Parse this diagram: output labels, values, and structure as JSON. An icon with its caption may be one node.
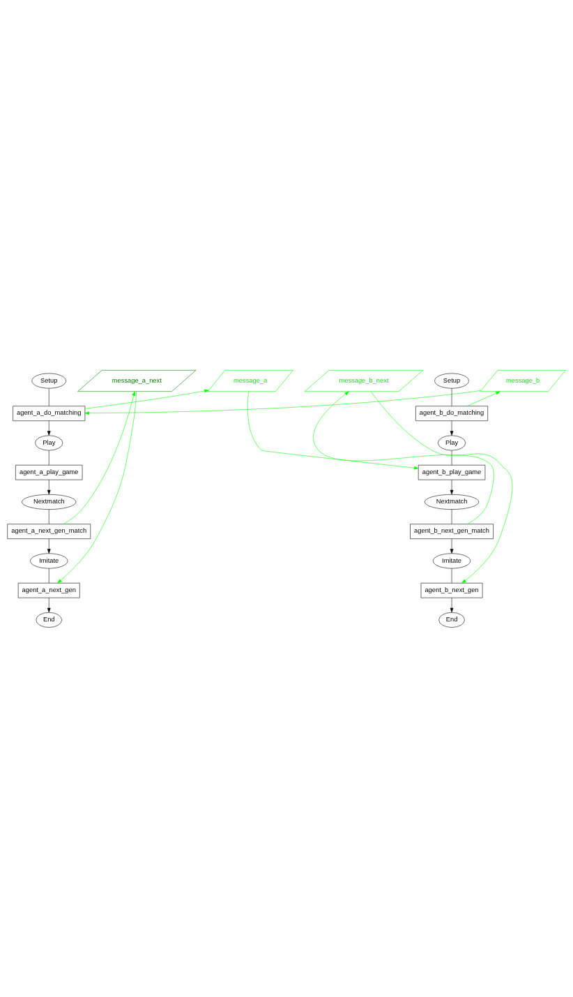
{
  "diagram": {
    "nodes": [
      {
        "text": [
          "Setup"
        ]
      },
      {
        "text": [
          "agent_a_do_matching"
        ]
      },
      {
        "text": [
          "Play"
        ]
      },
      {
        "text": [
          "agent_a_play_game"
        ]
      },
      {
        "text": [
          "Nextmatch"
        ]
      },
      {
        "text": [
          "agent_a_next_gen_match"
        ]
      },
      {
        "text": [
          "Imitate"
        ]
      },
      {
        "text": [
          "agent_a_next_gen"
        ]
      },
      {
        "text": [
          "End"
        ]
      },
      {
        "text": [
          "Setup"
        ]
      },
      {
        "text": [
          "agent_b_do_matching"
        ]
      },
      {
        "text": [
          "Play"
        ]
      },
      {
        "text": [
          "agent_b_play_game"
        ]
      },
      {
        "text": [
          "Nextmatch"
        ]
      },
      {
        "text": [
          "agent_b_next_gen_match"
        ]
      },
      {
        "text": [
          "Imitate"
        ]
      },
      {
        "text": [
          "agent_b_next_gen"
        ]
      },
      {
        "text": [
          "End"
        ]
      },
      {
        "text": [
          "message_b"
        ]
      },
      {
        "text": [
          "message_a"
        ]
      },
      {
        "text": [
          "message_b_next"
        ]
      },
      {
        "text": [
          "message_a_next"
        ]
      }
    ],
    "edges": [
      {
        "from": 0,
        "to": 1,
        "arrow": "none"
      },
      {
        "from": 1,
        "to": 2,
        "arrow": "to"
      },
      {
        "from": 2,
        "to": 3,
        "arrow": "none"
      },
      {
        "from": 3,
        "to": 4,
        "arrow": "to"
      },
      {
        "from": 4,
        "to": 5,
        "arrow": "none"
      },
      {
        "from": 5,
        "to": 6,
        "arrow": "to"
      },
      {
        "from": 6,
        "to": 7,
        "arrow": "none"
      },
      {
        "from": 7,
        "to": 8,
        "arrow": "to"
      },
      {
        "from": 9,
        "to": 10,
        "arrow": "none"
      },
      {
        "from": 10,
        "to": 11,
        "arrow": "to"
      },
      {
        "from": 11,
        "to": 12,
        "arrow": "none"
      },
      {
        "from": 12,
        "to": 13,
        "arrow": "to"
      },
      {
        "from": 13,
        "to": 14,
        "arrow": "none"
      },
      {
        "from": 14,
        "to": 15,
        "arrow": "to"
      },
      {
        "from": 15,
        "to": 16,
        "arrow": "none"
      },
      {
        "from": 16,
        "to": 17,
        "arrow": "to"
      },
      {
        "from": 10,
        "to": 18,
        "arrow": "to",
        "color": "#00ff00"
      },
      {
        "from": 18,
        "to": 1,
        "arrow": "to",
        "color": "#00ff00"
      },
      {
        "from": 1,
        "to": 19,
        "arrow": "to",
        "color": "#00ff00"
      },
      {
        "from": 19,
        "to": 12,
        "arrow": "to",
        "color": "#00ff00"
      },
      {
        "from": 14,
        "to": 20,
        "arrow": "to",
        "color": "#00ff00"
      },
      {
        "from": 5,
        "to": 21,
        "arrow": "to",
        "color": "#00ff00"
      },
      {
        "from": 21,
        "to": 7,
        "arrow": "to",
        "color": "#00ff00"
      },
      {
        "from": 20,
        "to": 16,
        "arrow": "to",
        "color": "#00ff00"
      }
    ]
  }
}
